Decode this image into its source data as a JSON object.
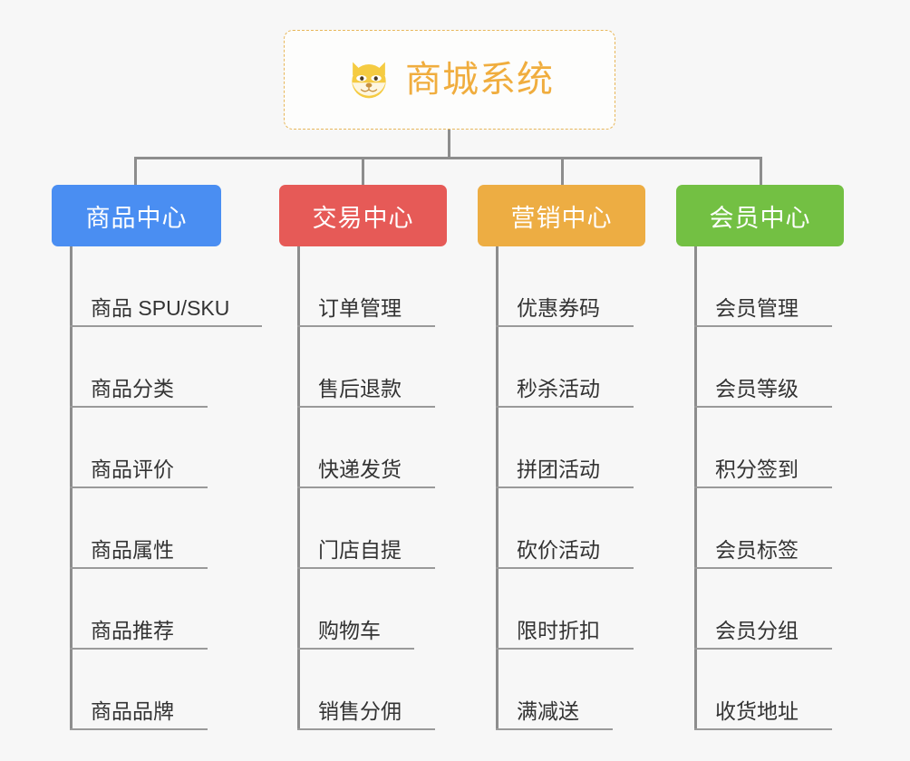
{
  "root": {
    "title": "商城系统",
    "icon": "shiba-dog-face-icon",
    "border_color": "#e8b75a",
    "text_color": "#f0ad3e",
    "background": "#fdfdfc"
  },
  "canvas": {
    "background": "#f7f7f7",
    "connector_color": "#8d8d8d"
  },
  "branches": [
    {
      "title": "商品中心",
      "color": "#4a8ef2",
      "items": [
        "商品 SPU/SKU",
        "商品分类",
        "商品评价",
        "商品属性",
        "商品推荐",
        "商品品牌"
      ]
    },
    {
      "title": "交易中心",
      "color": "#e65a57",
      "items": [
        "订单管理",
        "售后退款",
        "快递发货",
        "门店自提",
        "购物车",
        "销售分佣"
      ]
    },
    {
      "title": "营销中心",
      "color": "#edad43",
      "items": [
        "优惠券码",
        "秒杀活动",
        "拼团活动",
        "砍价活动",
        "限时折扣",
        "满减送"
      ]
    },
    {
      "title": "会员中心",
      "color": "#73c043",
      "items": [
        "会员管理",
        "会员等级",
        "积分签到",
        "会员标签",
        "会员分组",
        "收货地址"
      ]
    }
  ]
}
